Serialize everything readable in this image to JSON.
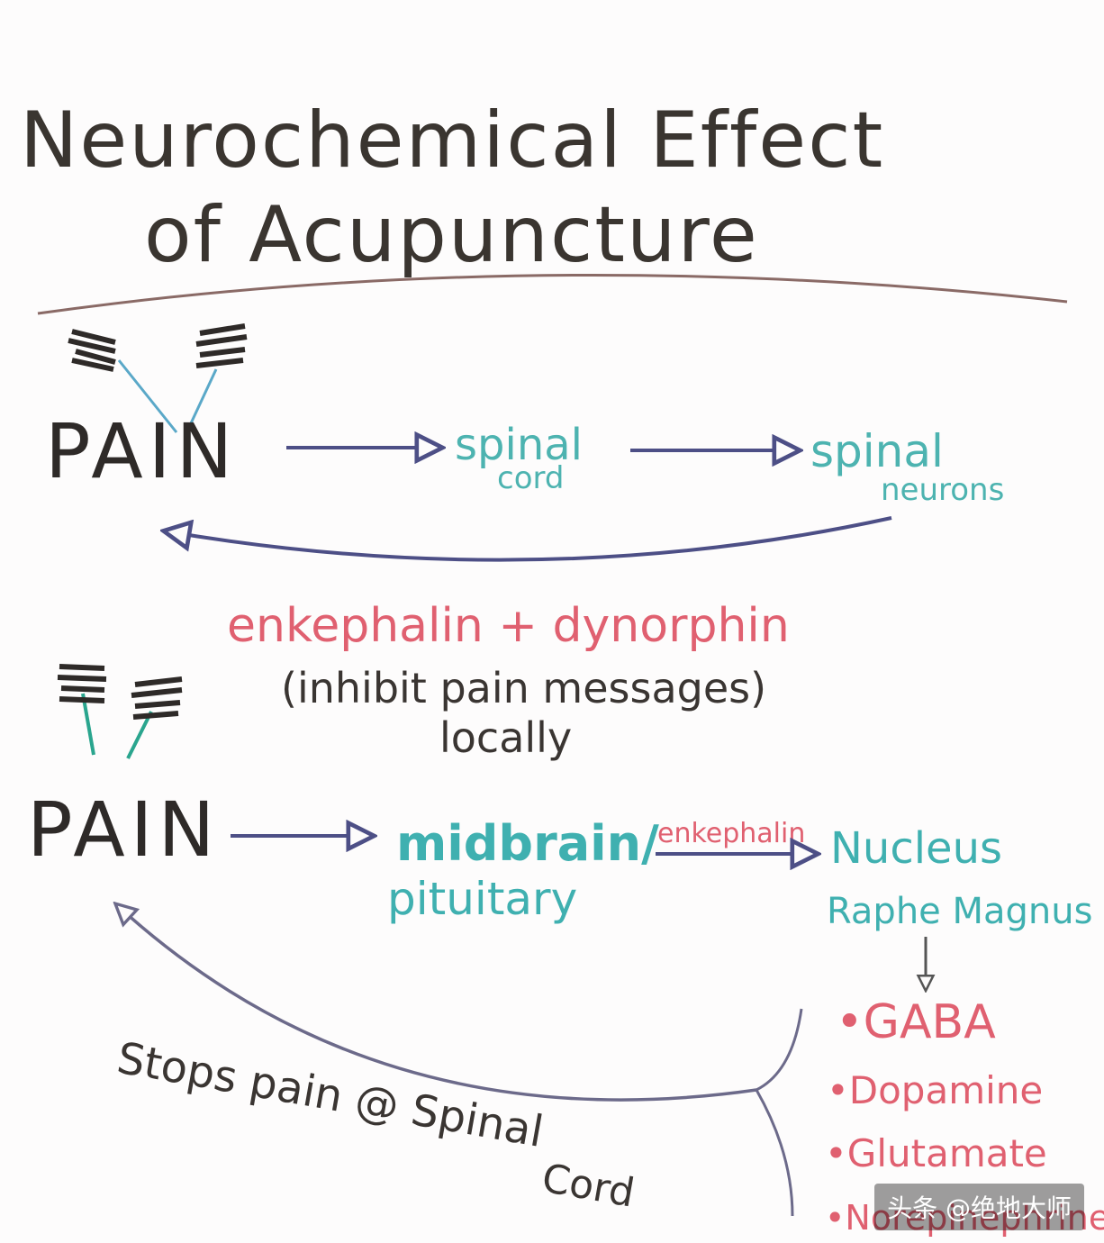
{
  "title": {
    "line1": "Neurochemical Effect",
    "line2": "of Acupuncture"
  },
  "flow1": {
    "pain": "PAIN",
    "step1_line1": "spinal",
    "step1_line2": "cord",
    "step2_line1": "spinal",
    "step2_line2": "neurons",
    "chemicals": "enkephalin + dynorphin",
    "note_line1": "(inhibit pain messages)",
    "note_line2": "locally"
  },
  "flow2": {
    "pain": "PAIN",
    "step1_line1": "midbrain/",
    "step1_line2": "pituitary",
    "arrow_label": "enkephalin",
    "step2_line1": "Nucleus",
    "step2_line2": "Raphe Magnus",
    "neurotransmitters": [
      "•GABA",
      "•Dopamine",
      "•Glutamate",
      "•Norepinephrine"
    ],
    "return_line1": "Stops pain @ Spinal",
    "return_line2": "Cord"
  },
  "watermark": "头条 @绝地大师",
  "colors": {
    "ink": "#2e2a28",
    "teal": "#4db3b0",
    "arrow": "#4d4f86",
    "red": "#e06070",
    "rule": "#8a6a66"
  },
  "icons": [
    "needle-icon",
    "needle-icon",
    "needle-icon",
    "needle-icon"
  ]
}
